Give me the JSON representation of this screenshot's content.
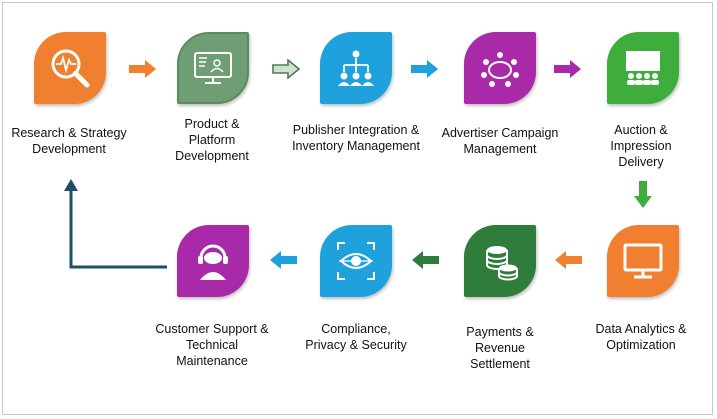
{
  "steps": [
    {
      "id": "research",
      "label": "Research & Strategy\nDevelopment",
      "color": "#f07f2f",
      "icon": "magnifier-pulse-icon"
    },
    {
      "id": "product",
      "label": "Product &\nPlatform\nDevelopment",
      "color": "#6f9e75",
      "icon": "monitor-user-icon"
    },
    {
      "id": "publisher",
      "label": "Publisher Integration &\nInventory Management",
      "color": "#1ea1dd",
      "icon": "hierarchy-icon"
    },
    {
      "id": "advertiser",
      "label": "Advertiser Campaign\nManagement",
      "color": "#a82aa8",
      "icon": "meeting-table-icon"
    },
    {
      "id": "auction",
      "label": "Auction &\nImpression\nDelivery",
      "color": "#3fad3b",
      "icon": "presentation-audience-icon"
    },
    {
      "id": "analytics",
      "label": "Data Analytics &\nOptimization",
      "color": "#f07f2f",
      "icon": "monitor-icon"
    },
    {
      "id": "payments",
      "label": "Payments &\nRevenue\nSettlement",
      "color": "#2e7d3a",
      "icon": "coins-icon"
    },
    {
      "id": "compliance",
      "label": "Compliance,\nPrivacy & Security",
      "color": "#1ea1dd",
      "icon": "eye-scan-icon"
    },
    {
      "id": "support",
      "label": "Customer Support &\nTechnical\nMaintenance",
      "color": "#a82aa8",
      "icon": "headset-user-icon"
    }
  ],
  "colors": {
    "orange": "#f07f2f",
    "sage": "#6f9e75",
    "blue": "#1ea1dd",
    "purple": "#a82aa8",
    "green": "#3fad3b",
    "dark_green": "#2e7d3a",
    "navy": "#1f4e6b"
  }
}
